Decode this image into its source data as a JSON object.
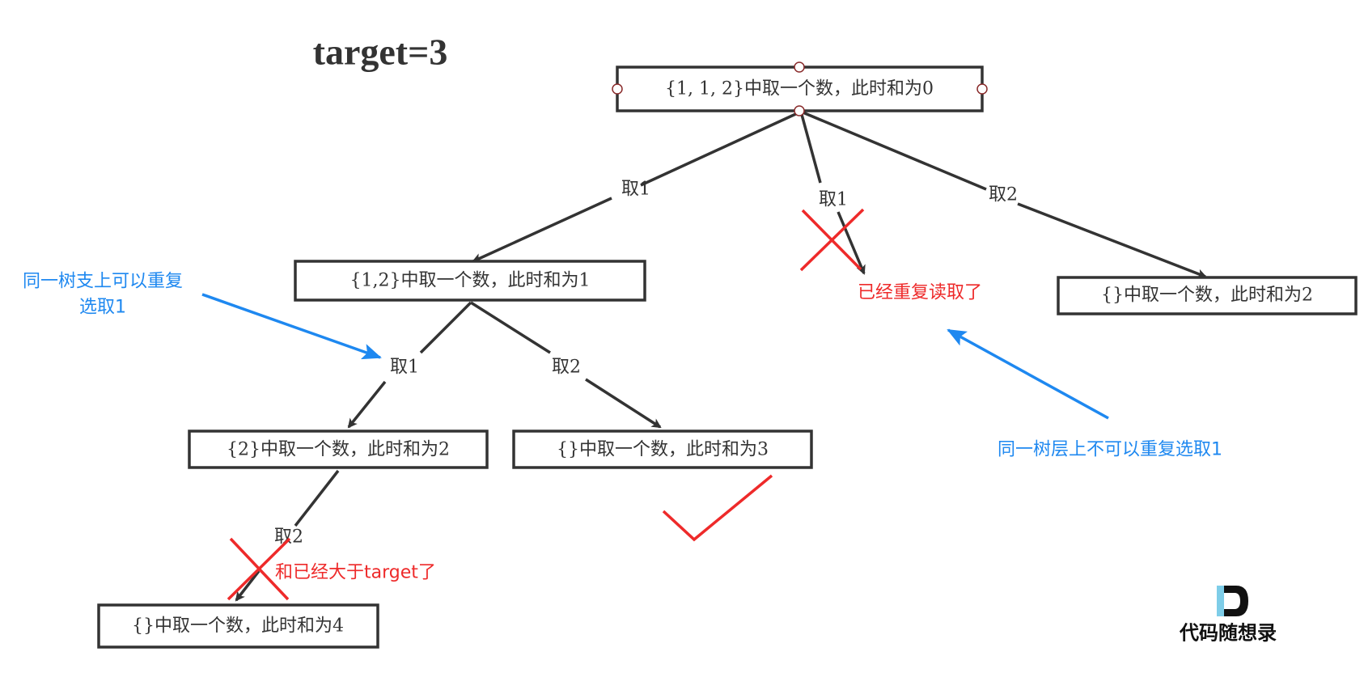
{
  "title": "target=3",
  "nodes": {
    "root": "{1, 1, 2}中取一个数，此时和为0",
    "n12": "{1,2}中取一个数，此时和为1",
    "right": "{}中取一个数，此时和为2",
    "n2": "{2}中取一个数，此时和为2",
    "sum3": "{}中取一个数，此时和为3",
    "sum4": "{}中取一个数，此时和为4"
  },
  "edges": {
    "root_to_n12": "取1",
    "root_dup": "取1",
    "root_to_right": "取2",
    "n12_to_n2": "取1",
    "n12_to_sum3": "取2",
    "n2_to_sum4": "取2"
  },
  "annotations": {
    "branch_note_line1": "同一树支上可以重复",
    "branch_note_line2": "选取1",
    "level_note": "同一树层上不可以重复选取1",
    "dup_note": "已经重复读取了",
    "exceed_note": "和已经大于target了"
  },
  "logo": {
    "letter": "D",
    "text": "代码随想录"
  },
  "colors": {
    "ink": "#333333",
    "blue": "#1e88f0",
    "red": "#ee2a2a",
    "logo_accent": "#7ecde8"
  }
}
